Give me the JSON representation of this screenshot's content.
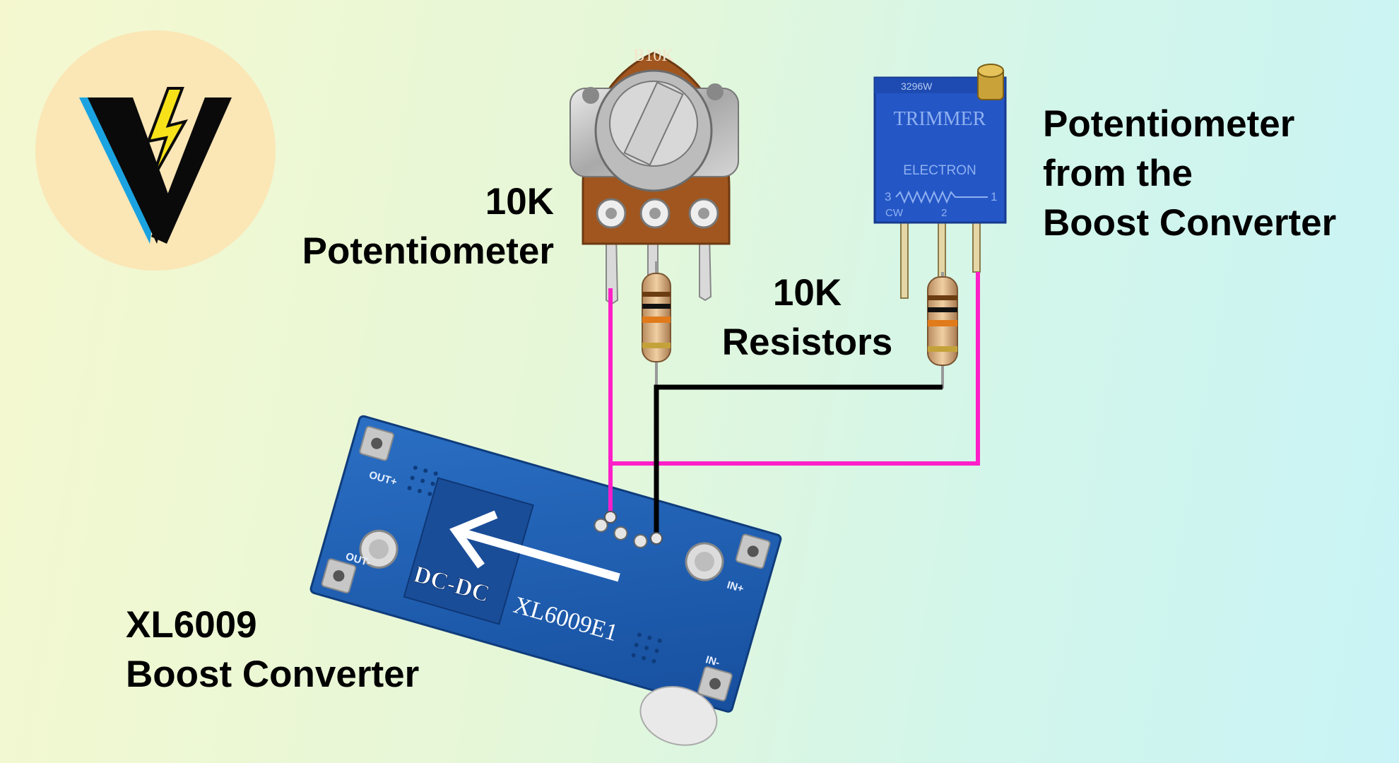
{
  "labels": {
    "potentiometer": {
      "line1": "10K",
      "line2": "Potentiometer"
    },
    "resistors": {
      "line1": "10K",
      "line2": "Resistors"
    },
    "trimmer_label": {
      "line1": "Potentiometer",
      "line2": "from the",
      "line3": "Boost Converter"
    },
    "boost_label": {
      "line1": "XL6009",
      "line2": "Boost Converter"
    }
  },
  "components": {
    "pot_marking": "B10K",
    "trimmer_text": "TRIMMER",
    "trimmer_sub": "ELECTRON",
    "trimmer_top": "3296W",
    "trimmer_pin3": "3",
    "trimmer_pin1": "1",
    "trimmer_cw": "CW",
    "trimmer_pin2": "2",
    "board_dcdc": "DC-DC",
    "board_chip": "XL6009E1",
    "board_out_plus": "OUT+",
    "board_out_minus": "OUT-",
    "board_in_plus": "IN+",
    "board_in_minus": "IN-"
  },
  "colors": {
    "wire_pink": "#ff1fc8",
    "wire_black": "#000000",
    "board_blue": "#1d5fb8",
    "trimmer_blue": "#2456c6",
    "pot_brown": "#a0561e",
    "logo_bg": "#fbe6b6",
    "logo_bolt": "#f7e21a",
    "logo_stroke": "#1aa3e0"
  }
}
